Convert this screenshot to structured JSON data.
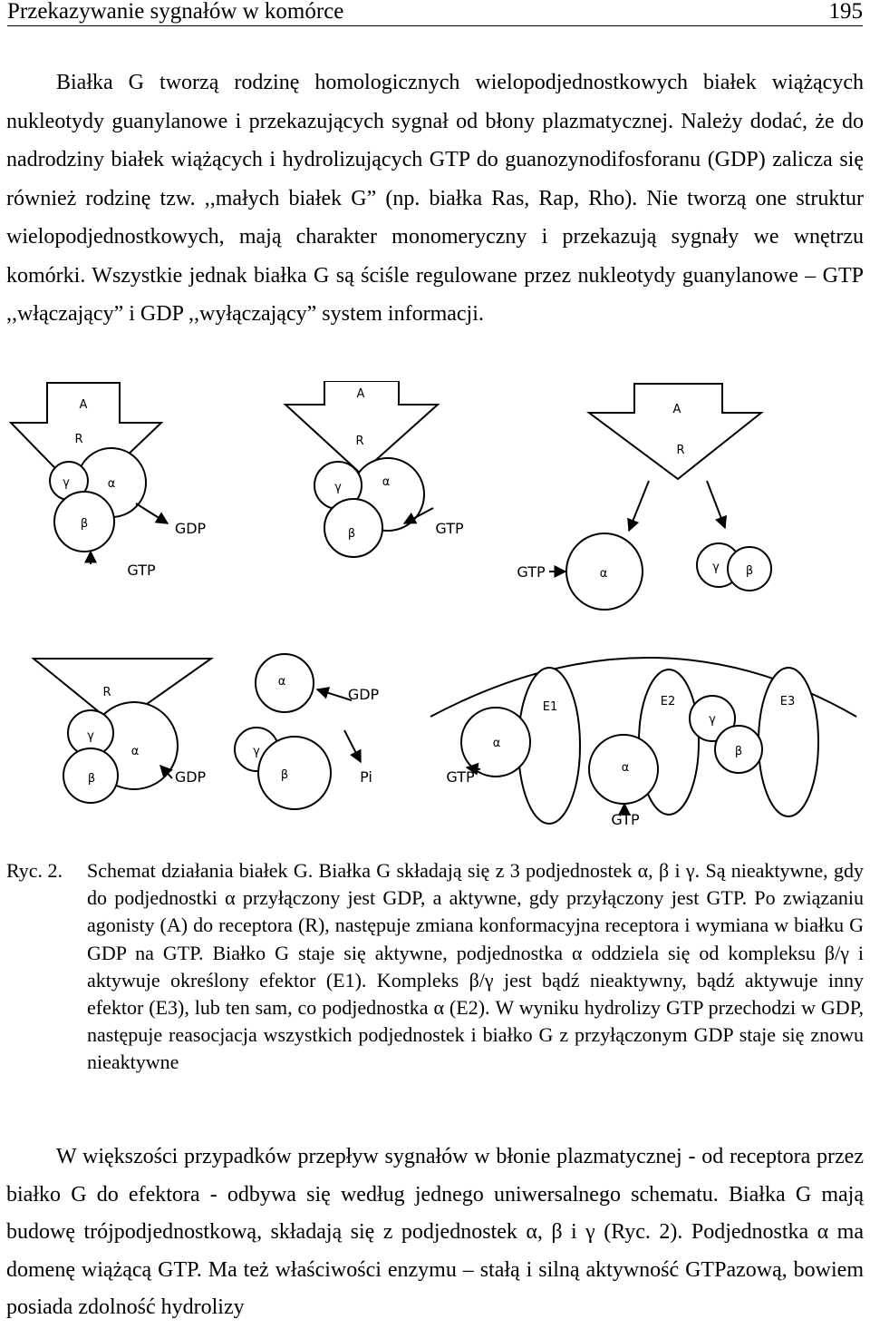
{
  "header": {
    "title": "Przekazywanie sygnałów w komórce",
    "page_number": "195"
  },
  "intro_paragraph": "Białka G tworzą rodzinę homologicznych wielopodjednostkowych białek wiążących nukleotydy guanylanowe i przekazujących sygnał od błony plazmatycznej. Należy dodać, że do nadrodziny białek wiążących i hydrolizujących GTP do guanozynodifosforanu (GDP) zalicza się również rodzinę tzw. ,,małych białek G” (np. białka Ras, Rap, Rho). Nie tworzą one struktur wielopodjednostkowych, mają charakter monomeryczny i przekazują sygnały we wnętrzu komórki. Wszystkie jednak białka G są ściśle regulowane przez nukleotydy guanylanowe – GTP ,,włączający” i GDP ,,wyłączający” system informacji.",
  "figure": {
    "labels": {
      "agonist": "A",
      "receptor": "R",
      "gamma": "γ",
      "alpha": "α",
      "beta": "β",
      "gdp": "GDP",
      "gtp": "GTP",
      "pi": "Pi",
      "e1": "E1",
      "e2": "E2",
      "e3": "E3"
    }
  },
  "caption": {
    "label": "Ryc. 2.",
    "text": "Schemat działania białek G. Białka G składają się z 3 podjednostek α, β i γ. Są nieaktywne, gdy do podjednostki α przyłączony jest GDP, a aktywne, gdy przyłączony jest GTP. Po związaniu agonisty (A) do receptora (R), następuje zmiana konformacyjna receptora i wymiana w białku G GDP na GTP. Białko G staje się aktywne, podjednostka α oddziela się od kompleksu β/γ i aktywuje określony efektor (E1). Kompleks β/γ jest bądź nieaktywny, bądź aktywuje inny efektor (E3), lub ten sam, co podjednostka α (E2). W wyniku hydrolizy GTP przechodzi w GDP, następuje reasocjacja wszystkich podjednostek i białko G z przyłączonym GDP staje się znowu nieaktywne"
  },
  "closing_paragraph": "W większości przypadków przepływ sygnałów w błonie plazmatycznej - od receptora przez białko G do efektora - odbywa się według jednego uniwersalnego schematu. Białka G mają budowę trójpodjednostkową, składają się z podjednostek α, β i γ (Ryc. 2). Podjednostka α ma domenę wiążącą GTP. Ma też właściwości enzymu – stałą i silną aktywność GTPazową, bowiem posiada zdolność hydrolizy"
}
